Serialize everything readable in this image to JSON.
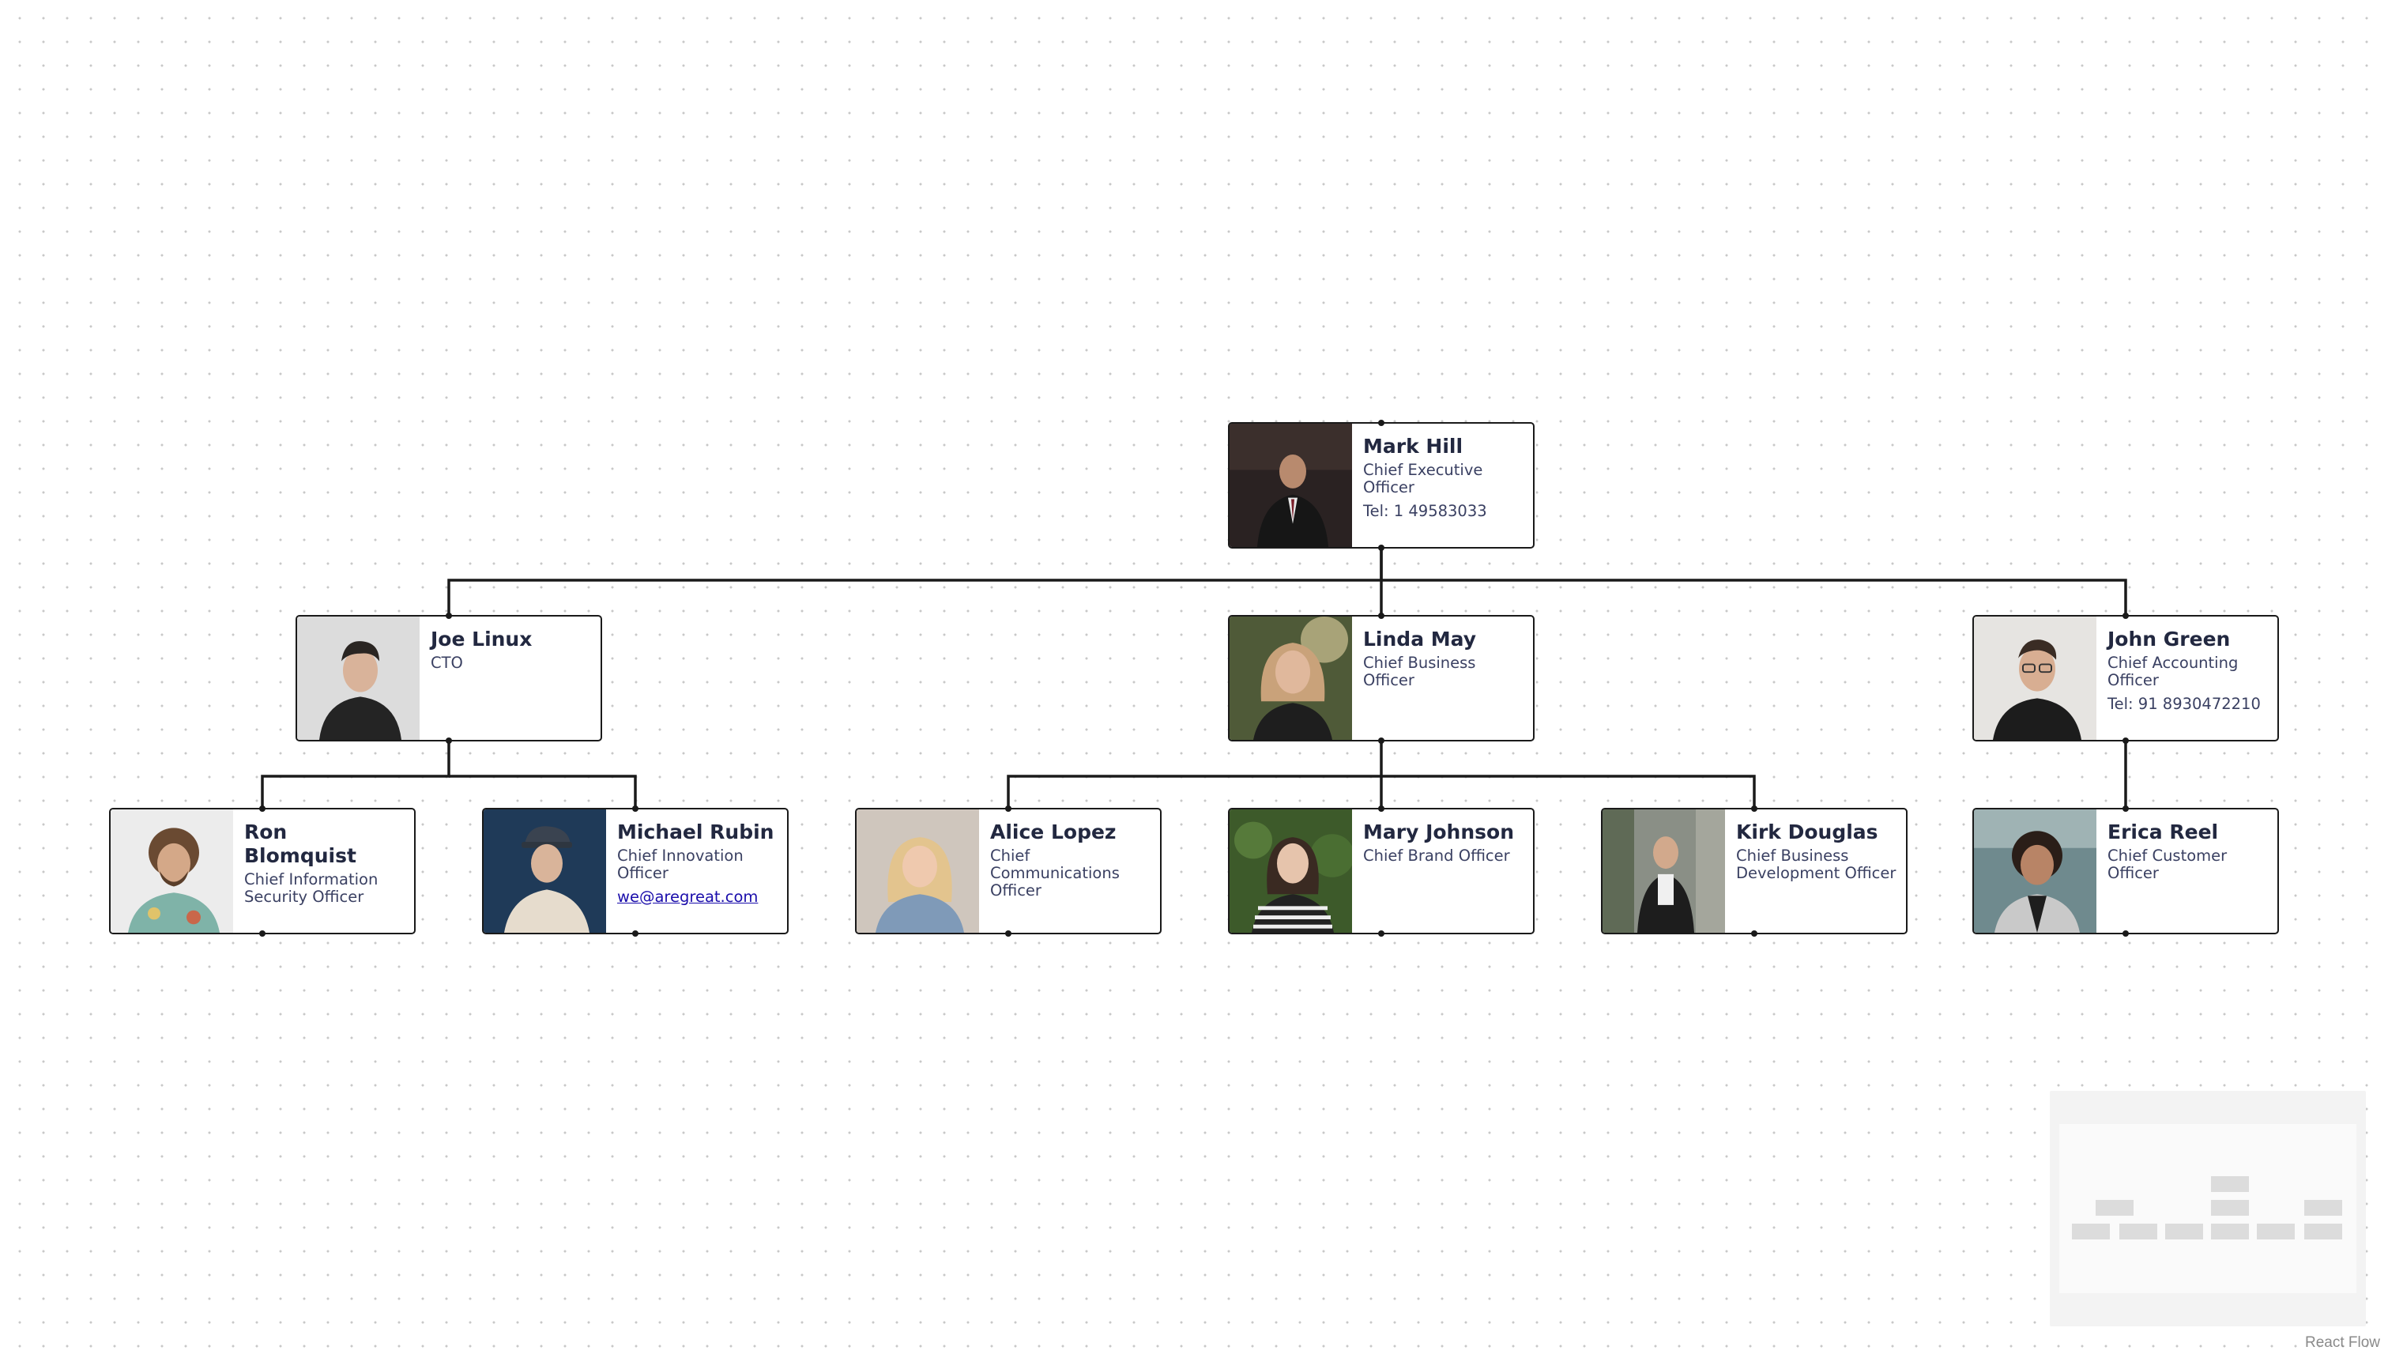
{
  "nodes": {
    "mark": {
      "name": "Mark Hill",
      "role": "Chief Executive Officer",
      "extra": "Tel: 1 49583033"
    },
    "joe": {
      "name": "Joe Linux",
      "role": "CTO"
    },
    "linda": {
      "name": "Linda May",
      "role": "Chief Business Officer"
    },
    "john": {
      "name": "John Green",
      "role": "Chief Accounting Officer",
      "extra": "Tel: 91 8930472210"
    },
    "ron": {
      "name": "Ron Blomquist",
      "role": "Chief Information Security Officer"
    },
    "michael": {
      "name": "Michael Rubin",
      "role": "Chief Innovation Officer",
      "email": "we@aregreat.com"
    },
    "alice": {
      "name": "Alice Lopez",
      "role": "Chief Communications Officer"
    },
    "mary": {
      "name": "Mary Johnson",
      "role": "Chief Brand Officer"
    },
    "kirk": {
      "name": "Kirk Douglas",
      "role": "Chief Business Development Officer"
    },
    "erica": {
      "name": "Erica Reel",
      "role": "Chief Customer Officer"
    }
  },
  "edges": [
    [
      "mark",
      "joe"
    ],
    [
      "mark",
      "linda"
    ],
    [
      "mark",
      "john"
    ],
    [
      "joe",
      "ron"
    ],
    [
      "joe",
      "michael"
    ],
    [
      "linda",
      "alice"
    ],
    [
      "linda",
      "mary"
    ],
    [
      "linda",
      "kirk"
    ],
    [
      "john",
      "erica"
    ]
  ],
  "attribution": "React Flow",
  "colors": {
    "edge": "#1a1a1a",
    "node_border": "#1a1a1a",
    "text": "#2b3152",
    "dots": "#c8c8c8"
  }
}
